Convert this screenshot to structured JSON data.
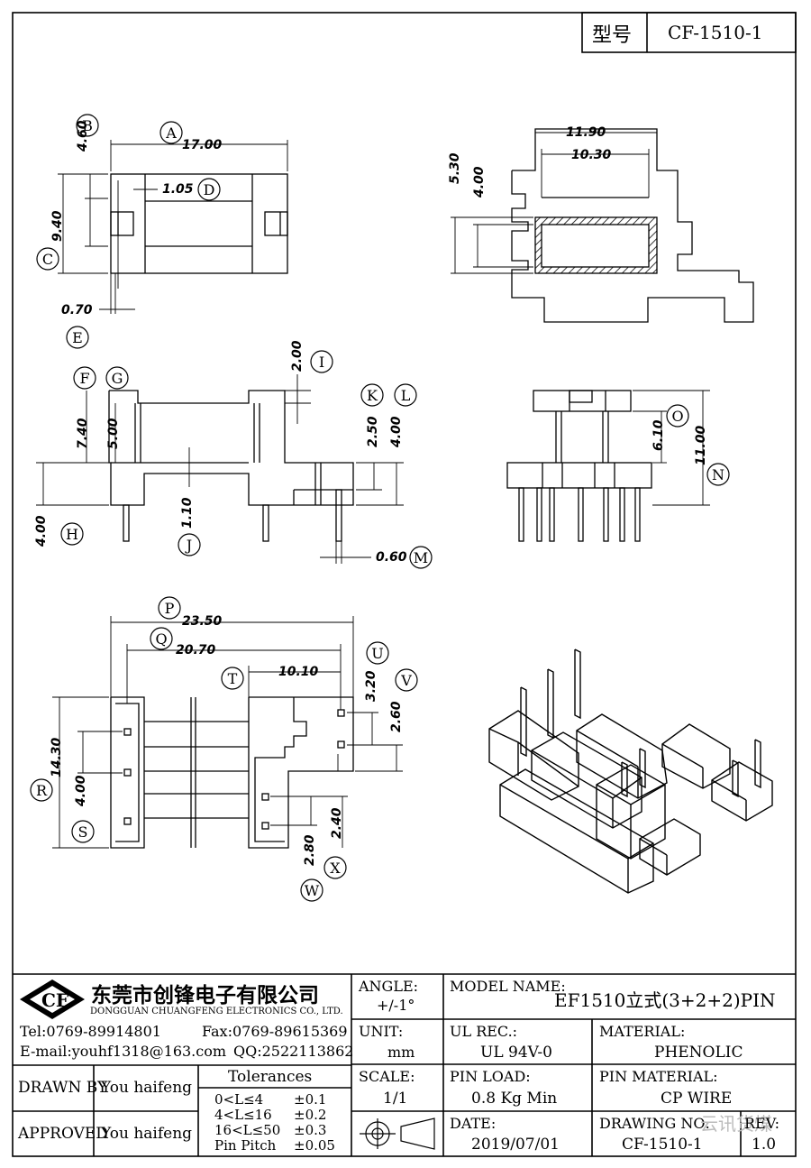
{
  "part_no_label": "型号",
  "part_no": "CF-1510-1",
  "company": {
    "name_cn": "东莞市创锋电子有限公司",
    "name_en": "DONGGUAN CHUANGFENG ELECTRONICS CO., LTD.",
    "logo_text": "CF",
    "tel": "Tel:0769-89914801",
    "fax": "Fax:0769-89615369",
    "email": "E-mail:youhf1318@163.com",
    "qq": "QQ:2522113862"
  },
  "angle": {
    "label": "ANGLE:",
    "value": "+/-1°"
  },
  "unit": {
    "label": "UNIT:",
    "value": "mm"
  },
  "scale": {
    "label": "SCALE:",
    "value": "1/1"
  },
  "model_name": {
    "label": "MODEL NAME:",
    "value": "EF1510立式(3+2+2)PIN"
  },
  "ul_rec": {
    "label": "UL REC.:",
    "value": "UL 94V-0"
  },
  "material": {
    "label": "MATERIAL:",
    "value": "PHENOLIC"
  },
  "pin_load": {
    "label": "PIN LOAD:",
    "value": "0.8 Kg Min"
  },
  "pin_material": {
    "label": "PIN MATERIAL:",
    "value": "CP WIRE"
  },
  "date": {
    "label": "DATE:",
    "value": "2019/07/01"
  },
  "drawing_no": {
    "label": "DRAWING NO:",
    "value": "CF-1510-1"
  },
  "rev": {
    "label": "REV:",
    "value": "1.0"
  },
  "watermark": "云讯货煤",
  "drawn_by": {
    "label": "DRAWN BY",
    "value": "You haifeng"
  },
  "approved": {
    "label": "APPROVED",
    "value": "You haifeng"
  },
  "tolerances": {
    "title": "Tolerances",
    "rows": [
      {
        "range": "0<L≤4",
        "tol": "±0.1"
      },
      {
        "range": "4<L≤16",
        "tol": "±0.2"
      },
      {
        "range": "16<L≤50",
        "tol": "±0.3"
      },
      {
        "range": "Pin Pitch",
        "tol": "±0.05"
      }
    ]
  },
  "dimensions": {
    "A": "17.00",
    "B": "4.60",
    "C": "9.40",
    "D": "1.05",
    "E": "0.70",
    "F": "7.40",
    "G": "5.00",
    "H": "4.00",
    "I": "2.00",
    "J": "1.10",
    "K": "2.50",
    "L": "4.00",
    "M": "0.60",
    "N": "11.00",
    "O": "6.10",
    "P": "23.50",
    "Q": "20.70",
    "R": "14.30",
    "S": "4.00",
    "T": "10.10",
    "U": "3.20",
    "V": "2.60",
    "W": "2.80",
    "X": "2.40",
    "side_width": "11.90",
    "side_inner": "10.30",
    "side_h1": "5.30",
    "side_h2": "4.00"
  }
}
